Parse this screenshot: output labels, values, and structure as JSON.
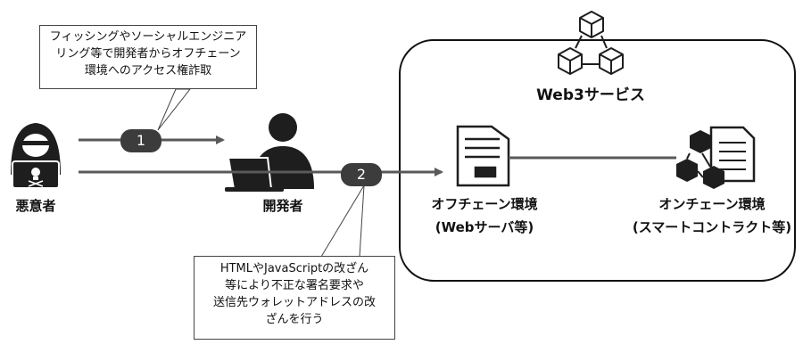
{
  "attacker": {
    "label": "悪意者"
  },
  "developer": {
    "label": "開発者"
  },
  "callout_top": {
    "lines": [
      "フィッシングやソーシャルエンジニア",
      "リング等で開発者からオフチェーン",
      "環境へのアクセス権詐取"
    ]
  },
  "callout_bottom": {
    "lines": [
      "HTMLやJavaScriptの改ざん",
      "等により不正な署名要求や",
      "送信先ウォレットアドレスの改",
      "ざんを行う"
    ]
  },
  "steps": {
    "step1": "1",
    "step2": "2"
  },
  "web3": {
    "title": "Web3サービス"
  },
  "offchain": {
    "label_line1": "オフチェーン環境",
    "label_line2": "(Webサーバ等)"
  },
  "onchain": {
    "label_line1": "オンチェーン環境",
    "label_line2": "(スマートコントラクト等)"
  },
  "colors": {
    "badge": "#3c3c3c",
    "arrow": "#595959",
    "icon": "#1e1e1e"
  }
}
